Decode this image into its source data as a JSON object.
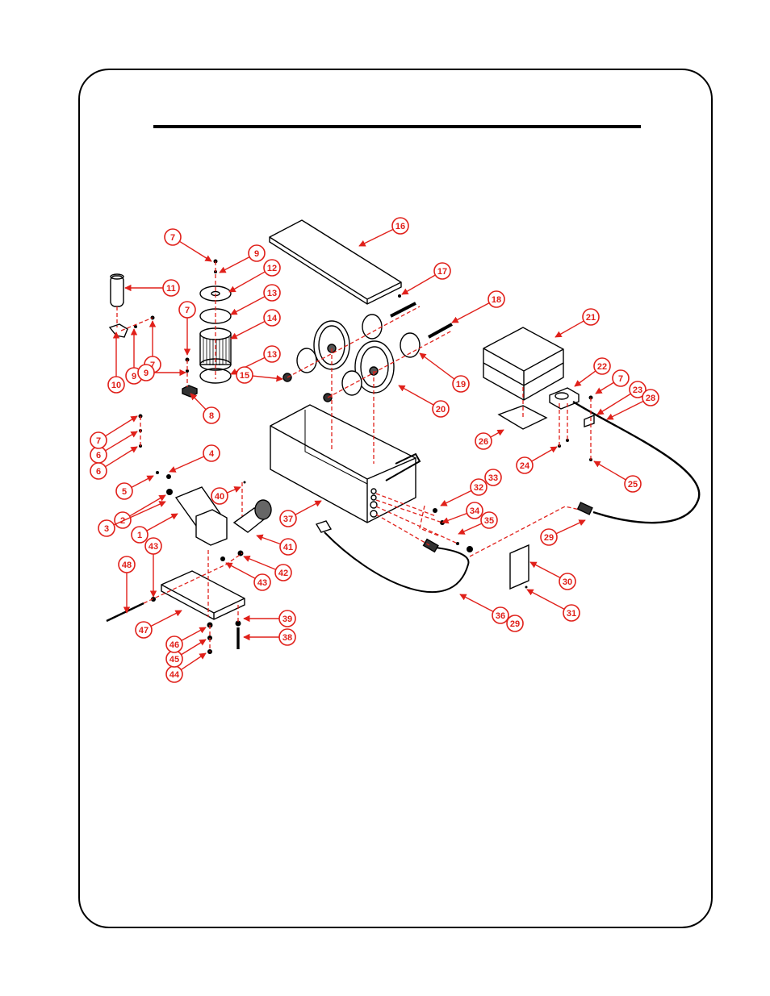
{
  "page": {
    "title": "",
    "accent_color": "#e0201a",
    "line_color": "#000000"
  },
  "diagram": {
    "type": "exploded parts diagram",
    "parts": [
      {
        "id": "p1",
        "label": "1"
      },
      {
        "id": "p2",
        "label": "2"
      },
      {
        "id": "p3",
        "label": "3"
      },
      {
        "id": "p4",
        "label": "4"
      },
      {
        "id": "p5",
        "label": "5"
      },
      {
        "id": "p6a",
        "label": "6"
      },
      {
        "id": "p6b",
        "label": "6"
      },
      {
        "id": "p7a",
        "label": "7"
      },
      {
        "id": "p7b",
        "label": "7"
      },
      {
        "id": "p7c",
        "label": "7"
      },
      {
        "id": "p7d",
        "label": "7"
      },
      {
        "id": "p7e",
        "label": "7"
      },
      {
        "id": "p8",
        "label": "8"
      },
      {
        "id": "p9a",
        "label": "9"
      },
      {
        "id": "p9b",
        "label": "9"
      },
      {
        "id": "p9c",
        "label": "9"
      },
      {
        "id": "p10",
        "label": "10"
      },
      {
        "id": "p11",
        "label": "11"
      },
      {
        "id": "p12",
        "label": "12"
      },
      {
        "id": "p13a",
        "label": "13"
      },
      {
        "id": "p13b",
        "label": "13"
      },
      {
        "id": "p14",
        "label": "14"
      },
      {
        "id": "p15",
        "label": "15"
      },
      {
        "id": "p16",
        "label": "16"
      },
      {
        "id": "p17",
        "label": "17"
      },
      {
        "id": "p18",
        "label": "18"
      },
      {
        "id": "p19",
        "label": "19"
      },
      {
        "id": "p20",
        "label": "20"
      },
      {
        "id": "p21",
        "label": "21"
      },
      {
        "id": "p22",
        "label": "22"
      },
      {
        "id": "p23",
        "label": "23"
      },
      {
        "id": "p24",
        "label": "24"
      },
      {
        "id": "p25",
        "label": "25"
      },
      {
        "id": "p26",
        "label": "26"
      },
      {
        "id": "p28",
        "label": "28"
      },
      {
        "id": "p29a",
        "label": "29"
      },
      {
        "id": "p29b",
        "label": "29"
      },
      {
        "id": "p30",
        "label": "30"
      },
      {
        "id": "p31",
        "label": "31"
      },
      {
        "id": "p32",
        "label": "32"
      },
      {
        "id": "p33",
        "label": "33"
      },
      {
        "id": "p34",
        "label": "34"
      },
      {
        "id": "p35",
        "label": "35"
      },
      {
        "id": "p36",
        "label": "36"
      },
      {
        "id": "p37",
        "label": "37"
      },
      {
        "id": "p38",
        "label": "38"
      },
      {
        "id": "p39",
        "label": "39"
      },
      {
        "id": "p40",
        "label": "40"
      },
      {
        "id": "p41",
        "label": "41"
      },
      {
        "id": "p42",
        "label": "42"
      },
      {
        "id": "p43a",
        "label": "43"
      },
      {
        "id": "p43b",
        "label": "43"
      },
      {
        "id": "p44",
        "label": "44"
      },
      {
        "id": "p45",
        "label": "45"
      },
      {
        "id": "p46",
        "label": "46"
      },
      {
        "id": "p47",
        "label": "47"
      },
      {
        "id": "p48",
        "label": "48"
      }
    ]
  }
}
